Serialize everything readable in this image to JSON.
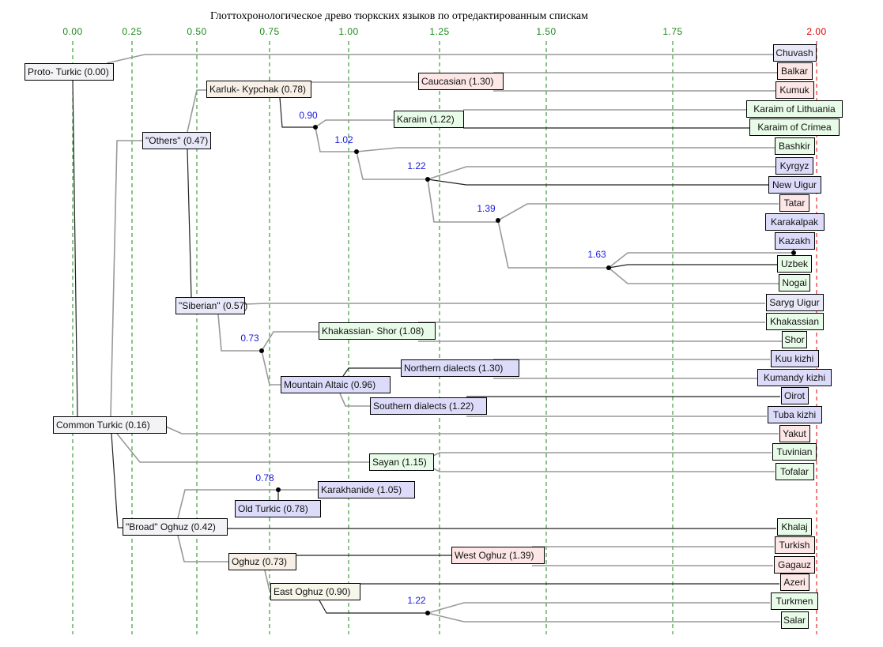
{
  "title": "Глоттохронологическое древо тюркских языков по отредактированным спискам",
  "axis": {
    "ticks": [
      "0.00",
      "0.25",
      "0.50",
      "0.75",
      "1.00",
      "1.25",
      "1.50",
      "1.75",
      "2.00"
    ],
    "tick_color": "#1a8a1a",
    "limit_color": "#e00000"
  },
  "colors": {
    "pink": "#fde6e6",
    "green": "#e8fbe8",
    "lavender": "#dcdcfa",
    "lavender_light": "#e8e8f8",
    "grey": "#f3f3f6",
    "beige": "#f8f0e6",
    "ivory": "#f6f6ea"
  },
  "nodes": [
    {
      "label": "Proto- Turkic (0.00)",
      "color": "grey"
    },
    {
      "label": "Karluk- Kypchak (0.78)",
      "color": "beige"
    },
    {
      "label": "Caucasian (1.30)",
      "color": "pink"
    },
    {
      "label": "Karaim (1.22)",
      "color": "green"
    },
    {
      "label": "\"Others\" (0.47)",
      "color": "lavender_light"
    },
    {
      "label": "\"Siberian\" (0.57)",
      "color": "lavender_light"
    },
    {
      "label": "Khakassian- Shor (1.08)",
      "color": "green"
    },
    {
      "label": "Mountain Altaic (0.96)",
      "color": "lavender"
    },
    {
      "label": "Northern dialects (1.30)",
      "color": "lavender"
    },
    {
      "label": "Southern dialects (1.22)",
      "color": "lavender"
    },
    {
      "label": "Common Turkic (0.16)",
      "color": "grey"
    },
    {
      "label": "Sayan (1.15)",
      "color": "green"
    },
    {
      "label": "Karakhanide (1.05)",
      "color": "lavender"
    },
    {
      "label": "Old Turkic (0.78)",
      "color": "lavender"
    },
    {
      "label": "\"Broad\" Oghuz (0.42)",
      "color": "grey"
    },
    {
      "label": "Oghuz (0.73)",
      "color": "beige"
    },
    {
      "label": "West Oghuz (1.39)",
      "color": "pink"
    },
    {
      "label": "East Oghuz (0.90)",
      "color": "ivory"
    }
  ],
  "languages": [
    {
      "label": "Chuvash",
      "color": "lavender_light"
    },
    {
      "label": "Balkar",
      "color": "pink"
    },
    {
      "label": "Kumuk",
      "color": "pink"
    },
    {
      "label": "Karaim of Lithuania",
      "color": "green"
    },
    {
      "label": "Karaim of Crimea",
      "color": "green"
    },
    {
      "label": "Bashkir",
      "color": "green"
    },
    {
      "label": "Kyrgyz",
      "color": "lavender"
    },
    {
      "label": "New Uigur",
      "color": "lavender"
    },
    {
      "label": "Tatar",
      "color": "pink"
    },
    {
      "label": "Karakalpak",
      "color": "lavender"
    },
    {
      "label": "Kazakh",
      "color": "lavender"
    },
    {
      "label": "Uzbek",
      "color": "green"
    },
    {
      "label": "Nogai",
      "color": "green"
    },
    {
      "label": "Saryg Uigur",
      "color": "lavender_light"
    },
    {
      "label": "Khakassian",
      "color": "green"
    },
    {
      "label": "Shor",
      "color": "green"
    },
    {
      "label": "Kuu kizhi",
      "color": "lavender"
    },
    {
      "label": "Kumandy kizhi",
      "color": "lavender"
    },
    {
      "label": "Oirot",
      "color": "lavender"
    },
    {
      "label": "Tuba kizhi",
      "color": "lavender"
    },
    {
      "label": "Yakut",
      "color": "pink"
    },
    {
      "label": "Tuvinian",
      "color": "green"
    },
    {
      "label": "Tofalar",
      "color": "green"
    },
    {
      "label": "Khalaj",
      "color": "green"
    },
    {
      "label": "Turkish",
      "color": "pink"
    },
    {
      "label": "Gagauz",
      "color": "pink"
    },
    {
      "label": "Azeri",
      "color": "pink"
    },
    {
      "label": "Turkmen",
      "color": "green"
    },
    {
      "label": "Salar",
      "color": "green"
    }
  ],
  "branch_values": [
    "0.90",
    "1.02",
    "1.22",
    "1.39",
    "1.63",
    "0.73",
    "0.78",
    "1.22"
  ]
}
